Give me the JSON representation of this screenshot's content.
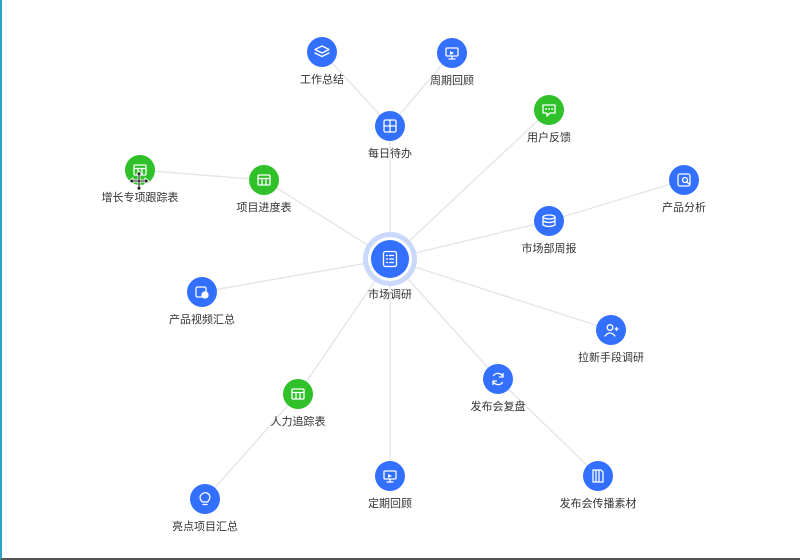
{
  "colors": {
    "primary": "#3370ff",
    "success": "#2fc02a",
    "center_halo": "#c9d8fb",
    "edge": "#e3e6ea",
    "label": "#333333"
  },
  "center": {
    "id": "market",
    "label": "市场调研",
    "color": "primary",
    "icon": "list-icon"
  },
  "nodes": [
    {
      "id": "work_summary",
      "label": "工作总结",
      "color": "primary",
      "icon": "layers-icon",
      "parent": "daily"
    },
    {
      "id": "cycle_review",
      "label": "周期回顾",
      "color": "primary",
      "icon": "monitor-icon",
      "parent": "daily"
    },
    {
      "id": "daily",
      "label": "每日待办",
      "color": "primary",
      "icon": "grid-icon",
      "parent": "market"
    },
    {
      "id": "user_feedback",
      "label": "用户反馈",
      "color": "success",
      "icon": "chat-icon",
      "parent": "market"
    },
    {
      "id": "growth_tracking",
      "label": "增长专项跟踪表",
      "color": "success",
      "icon": "table-icon",
      "parent": "progress"
    },
    {
      "id": "progress",
      "label": "项目进度表",
      "color": "success",
      "icon": "table-icon",
      "parent": "market"
    },
    {
      "id": "product_analysis",
      "label": "产品分析",
      "color": "primary",
      "icon": "chart-search-icon",
      "parent": "weekly"
    },
    {
      "id": "weekly",
      "label": "市场部周报",
      "color": "primary",
      "icon": "stack-icon",
      "parent": "market"
    },
    {
      "id": "product_video",
      "label": "产品视频汇总",
      "color": "primary",
      "icon": "video-icon",
      "parent": "market"
    },
    {
      "id": "acquisition",
      "label": "拉新手段调研",
      "color": "primary",
      "icon": "user-add-icon",
      "parent": "market"
    },
    {
      "id": "launch_review",
      "label": "发布会复盘",
      "color": "primary",
      "icon": "refresh-icon",
      "parent": "market"
    },
    {
      "id": "manpower",
      "label": "人力追踪表",
      "color": "success",
      "icon": "table-icon",
      "parent": "market"
    },
    {
      "id": "highlights",
      "label": "亮点项目汇总",
      "color": "primary",
      "icon": "bulb-icon",
      "parent": "manpower"
    },
    {
      "id": "regular_review",
      "label": "定期回顾",
      "color": "primary",
      "icon": "monitor-icon",
      "parent": "market"
    },
    {
      "id": "launch_material",
      "label": "发布会传播素材",
      "color": "primary",
      "icon": "book-icon",
      "parent": "launch_review"
    }
  ]
}
